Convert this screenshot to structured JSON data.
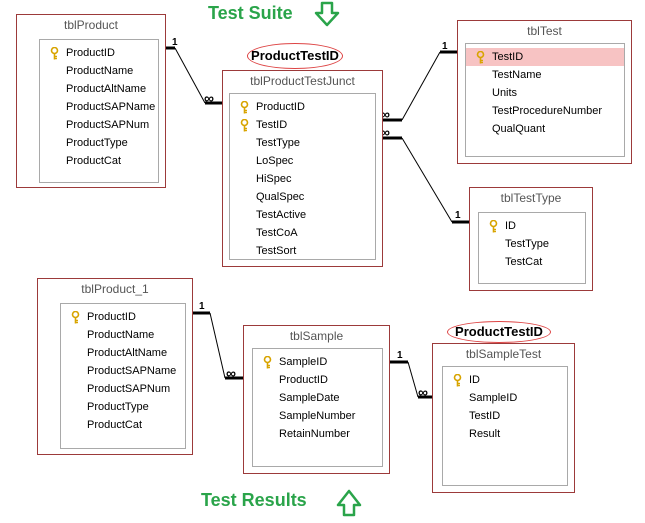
{
  "banners": {
    "top": "Test Suite",
    "bottom": "Test Results"
  },
  "labels": {
    "junction_key": "ProductTestID",
    "sample_key": "ProductTestID"
  },
  "cardinality": {
    "one": "1",
    "many": "∞"
  },
  "tables": [
    {
      "id": "tblProduct",
      "title": "tblProduct",
      "fields": [
        {
          "name": "ProductID",
          "key": true
        },
        {
          "name": "ProductName"
        },
        {
          "name": "ProductAltName"
        },
        {
          "name": "ProductSAPName"
        },
        {
          "name": "ProductSAPNum"
        },
        {
          "name": "ProductType"
        },
        {
          "name": "ProductCat"
        }
      ]
    },
    {
      "id": "tblProductTestJunct",
      "title": "tblProductTestJunct",
      "fields": [
        {
          "name": "ProductID",
          "key": true
        },
        {
          "name": "TestID",
          "key": true
        },
        {
          "name": "TestType"
        },
        {
          "name": "LoSpec"
        },
        {
          "name": "HiSpec"
        },
        {
          "name": "QualSpec"
        },
        {
          "name": "TestActive"
        },
        {
          "name": "TestCoA"
        },
        {
          "name": "TestSort"
        }
      ]
    },
    {
      "id": "tblTest",
      "title": "tblTest",
      "fields": [
        {
          "name": "TestID",
          "key": true,
          "selected": true
        },
        {
          "name": "TestName"
        },
        {
          "name": "Units"
        },
        {
          "name": "TestProcedureNumber"
        },
        {
          "name": "QualQuant"
        }
      ]
    },
    {
      "id": "tblTestType",
      "title": "tblTestType",
      "fields": [
        {
          "name": "ID",
          "key": true
        },
        {
          "name": "TestType"
        },
        {
          "name": "TestCat"
        }
      ]
    },
    {
      "id": "tblProduct_1",
      "title": "tblProduct_1",
      "fields": [
        {
          "name": "ProductID",
          "key": true
        },
        {
          "name": "ProductName"
        },
        {
          "name": "ProductAltName"
        },
        {
          "name": "ProductSAPName"
        },
        {
          "name": "ProductSAPNum"
        },
        {
          "name": "ProductType"
        },
        {
          "name": "ProductCat"
        }
      ]
    },
    {
      "id": "tblSample",
      "title": "tblSample",
      "fields": [
        {
          "name": "SampleID",
          "key": true
        },
        {
          "name": "ProductID"
        },
        {
          "name": "SampleDate"
        },
        {
          "name": "SampleNumber"
        },
        {
          "name": "RetainNumber"
        }
      ]
    },
    {
      "id": "tblSampleTest",
      "title": "tblSampleTest",
      "fields": [
        {
          "name": "ID",
          "key": true
        },
        {
          "name": "SampleID"
        },
        {
          "name": "TestID"
        },
        {
          "name": "Result"
        }
      ]
    }
  ],
  "colors": {
    "banner": "#2aa44a",
    "table_border": "#9c3a3a",
    "selected_row": "#f7c3c3",
    "ellipse": "#dd4444",
    "key": "#d8a400"
  }
}
